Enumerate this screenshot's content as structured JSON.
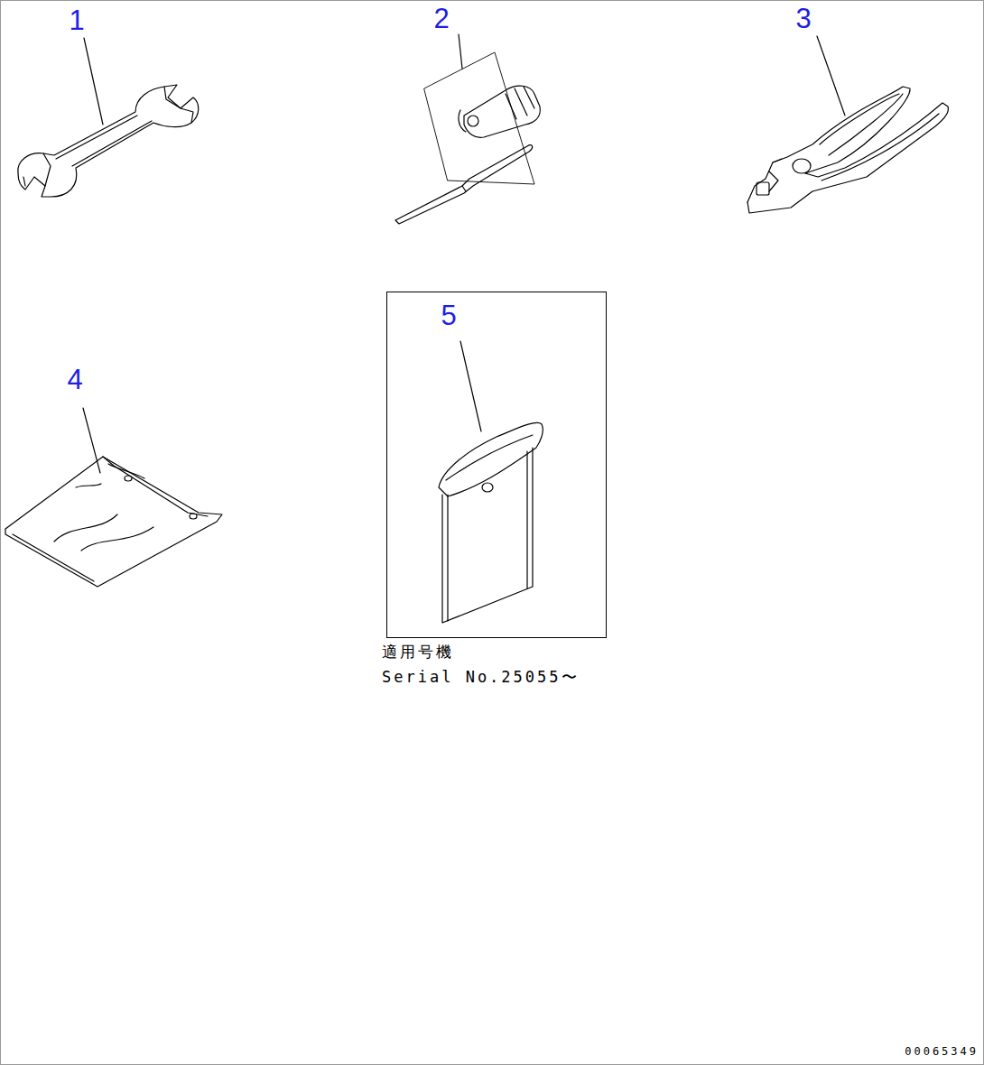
{
  "diagram": {
    "nodes": [
      {
        "text": [
          "5"
        ]
      }
    ],
    "labels": [
      "1",
      "2",
      "3",
      "4",
      "適用号機",
      "Serial No.25055〜",
      "00065349"
    ]
  }
}
